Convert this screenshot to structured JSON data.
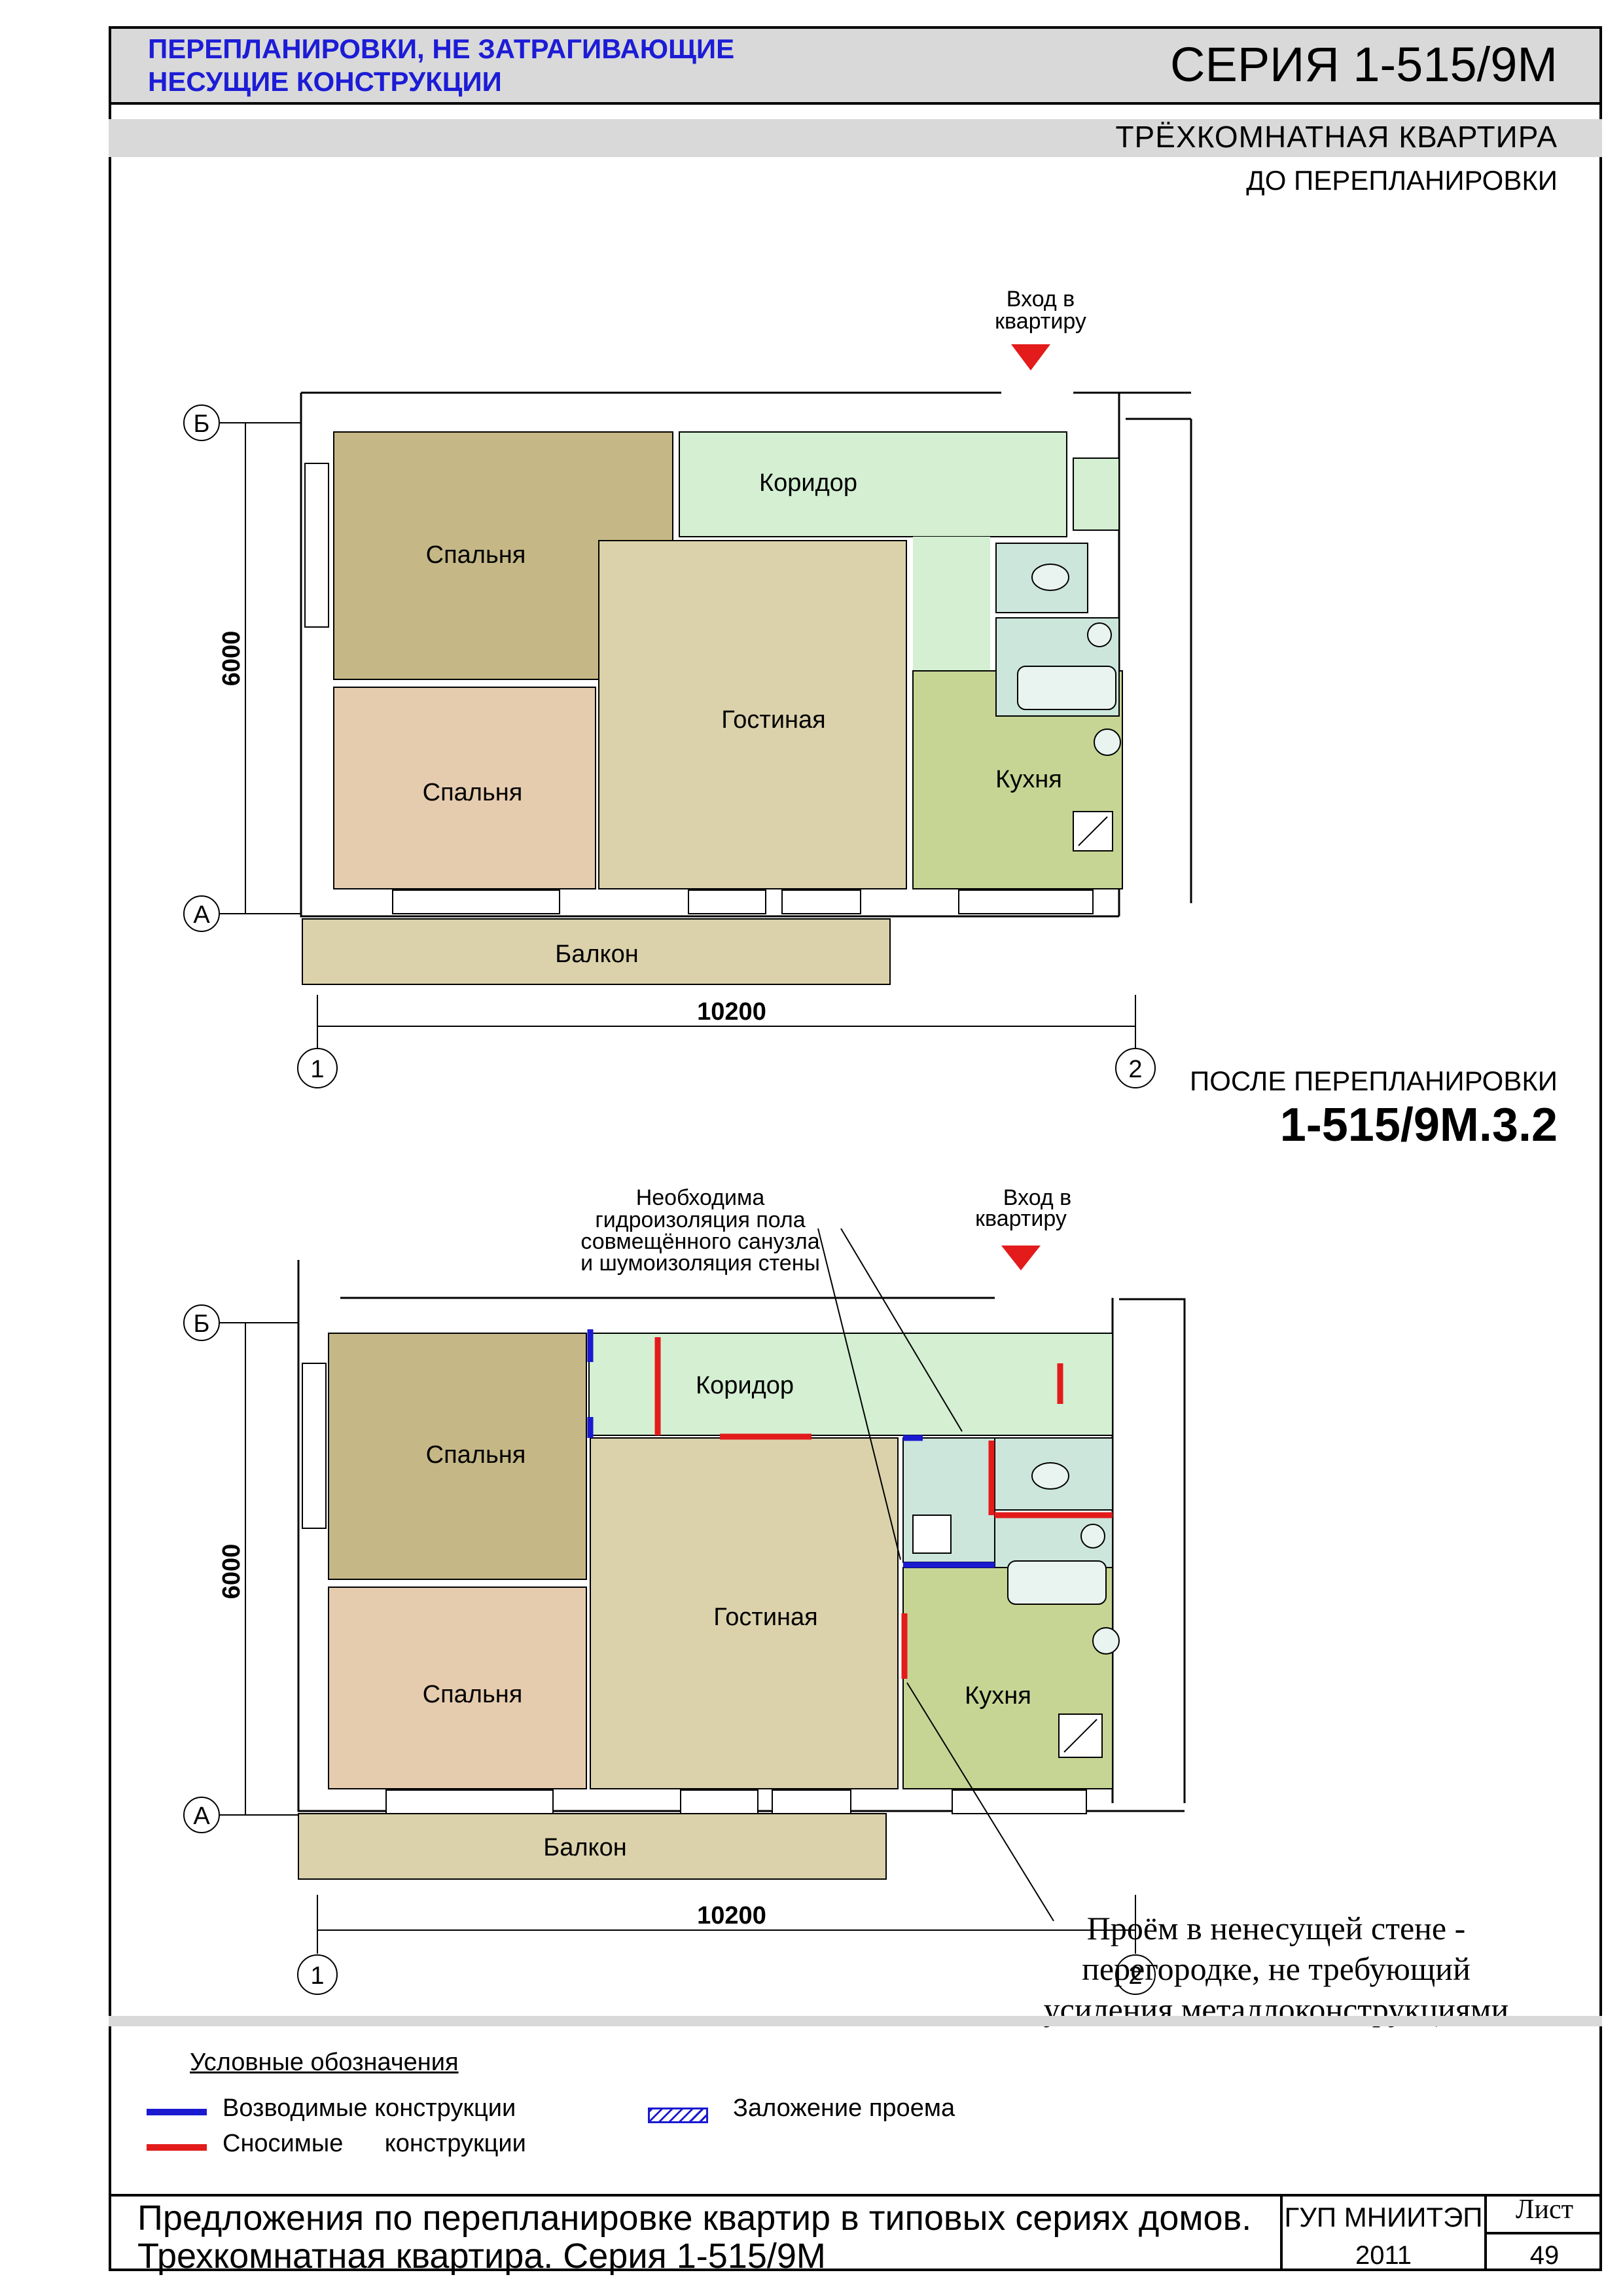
{
  "header": {
    "category_line1": "ПЕРЕПЛАНИРОВКИ, НЕ ЗАТРАГИВАЮЩИЕ",
    "category_line2": "НЕСУЩИЕ КОНСТРУКЦИИ",
    "series": "СЕРИЯ  1-515/9М",
    "apartment": "ТРЁХКОМНАТНАЯ  КВАРТИРА",
    "before_label": "ДО ПЕРЕПЛАНИРОВКИ",
    "after_label": "ПОСЛЕ ПЕРЕПЛАНИРОВКИ",
    "after_code": "1-515/9М.3.2"
  },
  "plan_before": {
    "entrance": [
      "Вход в",
      "квартиру"
    ],
    "rooms": {
      "bedroom1": "Спальня",
      "bedroom2": "Спальня",
      "corridor": "Коридор",
      "living": "Гостиная",
      "kitchen": "Кухня",
      "balcony": "Балкон"
    },
    "axis_b": "Б",
    "axis_a": "А",
    "axis_1": "1",
    "axis_2": "2",
    "dim_height": "6000",
    "dim_width": "10200"
  },
  "plan_after": {
    "entrance": [
      "Вход в",
      "квартиру"
    ],
    "note_waterproofing": [
      "Необходима",
      "гидроизоляция пола",
      "совмещённого санузла",
      "и шумоизоляция стены"
    ],
    "rooms": {
      "bedroom1": "Спальня",
      "bedroom2": "Спальня",
      "corridor": "Коридор",
      "living": "Гостиная",
      "kitchen": "Кухня",
      "balcony": "Балкон"
    },
    "axis_b": "Б",
    "axis_a": "А",
    "axis_1": "1",
    "axis_2": "2",
    "dim_height": "6000",
    "dim_width": "10200",
    "note_opening": [
      "Проём в ненесущей стене -",
      "перегородке, не требующий",
      "усиления металлоконструкциями"
    ]
  },
  "legend": {
    "title": "Условные   обозначения",
    "built": "Возводимые конструкции",
    "removed": "Сносимые      конструкции",
    "filled": "Заложение проема",
    "colors": {
      "built": "#1a1ad0",
      "removed": "#e31b1b"
    }
  },
  "footer": {
    "line1": "Предложения по перепланировке квартир в типовых сериях домов.",
    "line2": "Трехкомнатная квартира. Серия 1-515/9М",
    "org": "ГУП МНИИТЭП",
    "year": "2011",
    "sheet_label": "Лист",
    "sheet_number": "49"
  }
}
